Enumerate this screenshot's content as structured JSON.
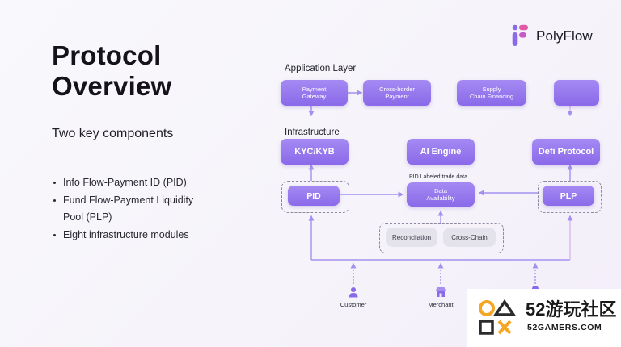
{
  "slide": {
    "title_line1": "Protocol",
    "title_line2": "Overview",
    "subtitle": "Two key components",
    "bullets": [
      "Info Flow-Payment ID (PID)",
      "Fund Flow-Payment Liquidity",
      "Pool (PLP)",
      "Eight infrastructure modules"
    ]
  },
  "logo": {
    "name": "PolyFlow"
  },
  "diagram": {
    "application_layer_label": "Application Layer",
    "infrastructure_label": "Infrastructure",
    "app_boxes": [
      {
        "line1": "Payment",
        "line2": "Gateway"
      },
      {
        "line1": "Cross-border",
        "line2": "Payment"
      },
      {
        "line1": "Supply",
        "line2": "Chain Financing"
      },
      {
        "line1": "......",
        "line2": ""
      }
    ],
    "infra_boxes": [
      "KYC/KYB",
      "AI Engine",
      "Defi Protocol"
    ],
    "pid": "PID",
    "plp": "PLP",
    "data_availability": {
      "line1": "Data",
      "line2": "Availability"
    },
    "pid_labeled_trade_data": "PID Labeled trade data",
    "modules": [
      "Reconcilation",
      "Cross-Chain"
    ],
    "actors": [
      "Customer",
      "Merchant"
    ]
  },
  "watermark": {
    "line1": "52游玩社区",
    "line2": "52GAMERS.COM"
  },
  "colors": {
    "accent": "#8a6ae9",
    "accent_light": "#a58af3",
    "connector": "#a590ef",
    "logo_pink": "#e05aa6",
    "watermark_orange": "#f5a623"
  }
}
